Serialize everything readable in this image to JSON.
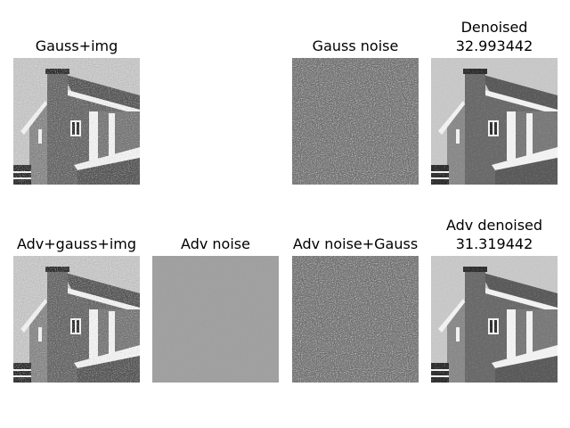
{
  "figure": {
    "panels": [
      {
        "id": "gauss-img",
        "title": [
          "Gauss+img"
        ],
        "content": "house",
        "noise": "high"
      },
      {
        "id": "empty",
        "title": [],
        "content": "blank"
      },
      {
        "id": "gauss-noise",
        "title": [
          "Gauss noise"
        ],
        "content": "noise",
        "noise": "high"
      },
      {
        "id": "denoised",
        "title": [
          "Denoised",
          "32.993442"
        ],
        "content": "house",
        "noise": "low"
      },
      {
        "id": "adv-gauss-img",
        "title": [
          "Adv+gauss+img"
        ],
        "content": "house",
        "noise": "high"
      },
      {
        "id": "adv-noise",
        "title": [
          "Adv noise"
        ],
        "content": "flat",
        "noise": "faint"
      },
      {
        "id": "adv-noise-gauss",
        "title": [
          "Adv noise+Gauss"
        ],
        "content": "noise",
        "noise": "high"
      },
      {
        "id": "adv-denoised",
        "title": [
          "Adv denoised",
          "31.319442"
        ],
        "content": "house",
        "noise": "low"
      }
    ],
    "colors": {
      "sky": "#c8c8c8",
      "wall": "#6a6a6a",
      "roof": "#5a5a5a",
      "trim": "#f2f2f2",
      "dark": "#2e2e2e",
      "noise_mid": "#7a7a7a",
      "flat_gray": "#a0a0a0"
    }
  }
}
